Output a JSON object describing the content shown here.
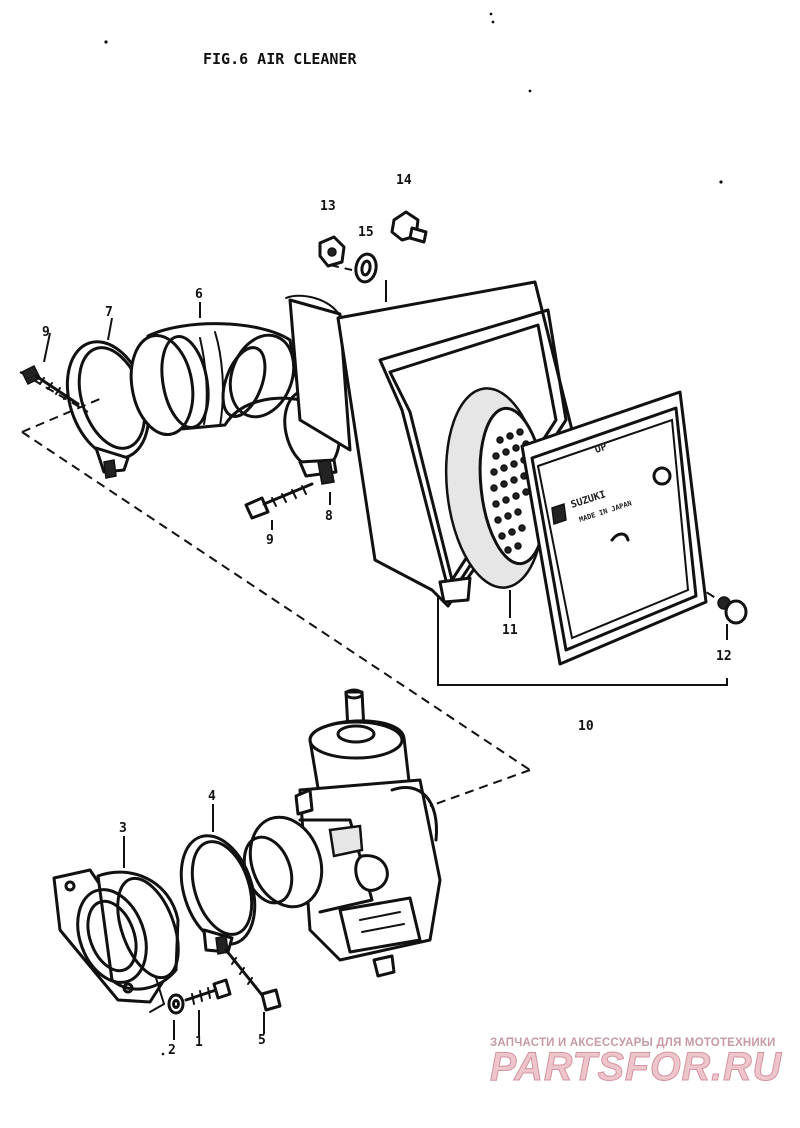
{
  "figure": {
    "title": "FIG.6   AIR CLEANER"
  },
  "cover_embossing": {
    "brand": "SUZUKI",
    "origin": "MADE IN JAPAN",
    "mark": "UP"
  },
  "parts": [
    {
      "id": "p1",
      "label": "1"
    },
    {
      "id": "p2",
      "label": "2"
    },
    {
      "id": "p3",
      "label": "3"
    },
    {
      "id": "p4",
      "label": "4"
    },
    {
      "id": "p5",
      "label": "5"
    },
    {
      "id": "p6",
      "label": "6"
    },
    {
      "id": "p7",
      "label": "7"
    },
    {
      "id": "p8",
      "label": "8"
    },
    {
      "id": "p9a",
      "label": "9"
    },
    {
      "id": "p9b",
      "label": "9"
    },
    {
      "id": "p10",
      "label": "10"
    },
    {
      "id": "p11",
      "label": "11"
    },
    {
      "id": "p12",
      "label": "12"
    },
    {
      "id": "p13",
      "label": "13"
    },
    {
      "id": "p14",
      "label": "14"
    },
    {
      "id": "p15",
      "label": "15"
    }
  ],
  "watermark": {
    "tagline": "ЗАПЧАСТИ И АКСЕССУАРЫ ДЛЯ МОТОТЕХНИКИ",
    "site": "PARTSFOR.RU"
  }
}
